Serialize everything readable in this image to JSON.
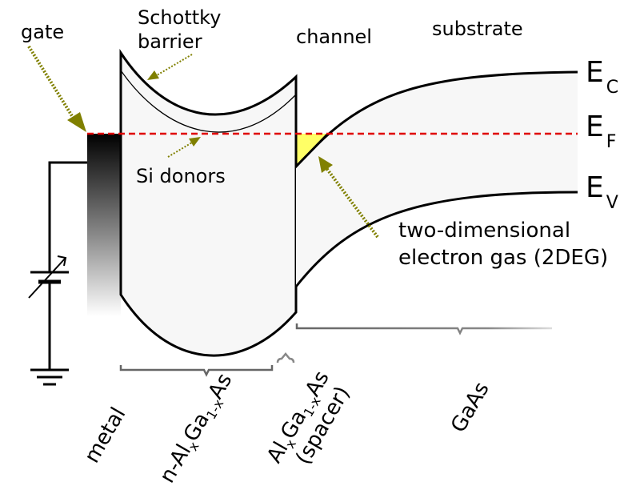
{
  "labels": {
    "gate": "gate",
    "schottky_1": "Schottky",
    "schottky_2": "barrier",
    "channel": "channel",
    "substrate": "substrate",
    "si_donors": "Si donors",
    "twodeg_1": "two-dimensional",
    "twodeg_2": "electron gas (2DEG)"
  },
  "bands": {
    "conduction": {
      "letter": "E",
      "subscript": "C"
    },
    "fermi": {
      "letter": "E",
      "subscript": "F"
    },
    "valence": {
      "letter": "E",
      "subscript": "V"
    }
  },
  "regions": {
    "metal": "metal",
    "algaas": {
      "p1": "n-Al",
      "s1": "x",
      "p2": "Ga",
      "s2": "1-x",
      "p3": "As"
    },
    "spacer": {
      "p1": "Al",
      "s1": "x",
      "p2": "Ga",
      "s2": "1-x",
      "p3": "As",
      "line2": "(spacer)"
    },
    "gaas": "GaAs"
  },
  "colors": {
    "arrow": "#808000",
    "fermi_line": "#e00000",
    "twodeg_fill": "#ffff66",
    "band_fill": "#f7f7f7",
    "bracket": "#666666"
  }
}
